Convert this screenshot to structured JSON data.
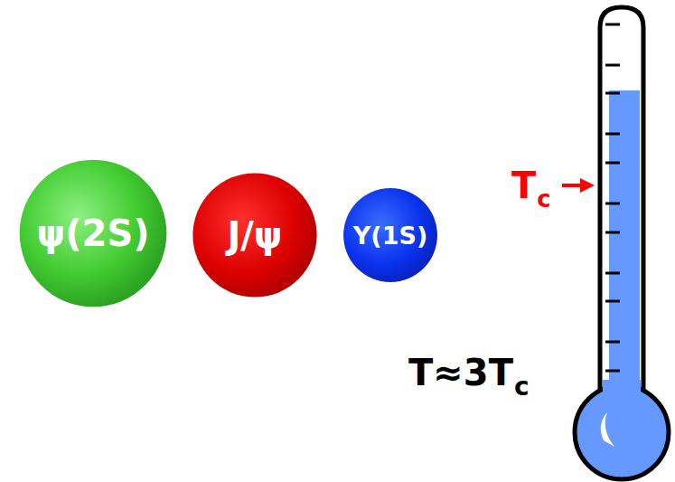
{
  "diagram": {
    "nodes": [
      {
        "text": [
          "ψ(2S)"
        ]
      },
      {
        "text": [
          "J/ψ"
        ]
      },
      {
        "text": [
          "Υ(1S)"
        ]
      }
    ],
    "labels": [
      "T",
      "c",
      "T≈3T",
      "c"
    ]
  }
}
